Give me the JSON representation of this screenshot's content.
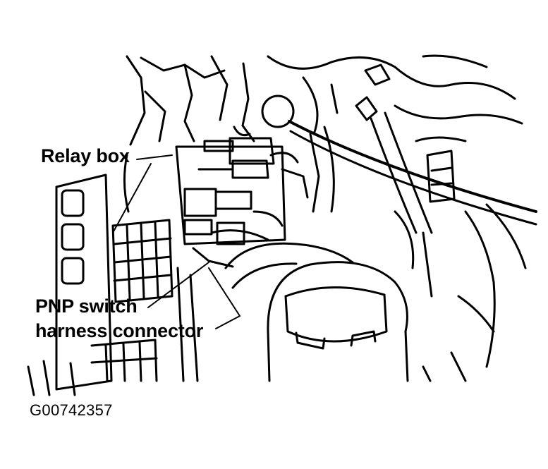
{
  "labels": {
    "relay_box": "Relay box",
    "pnp_line1": "PNP switch",
    "pnp_line2": "harness connector"
  },
  "figure_code": "G00742357",
  "colors": {
    "ink": "#000000",
    "paper": "#ffffff"
  }
}
